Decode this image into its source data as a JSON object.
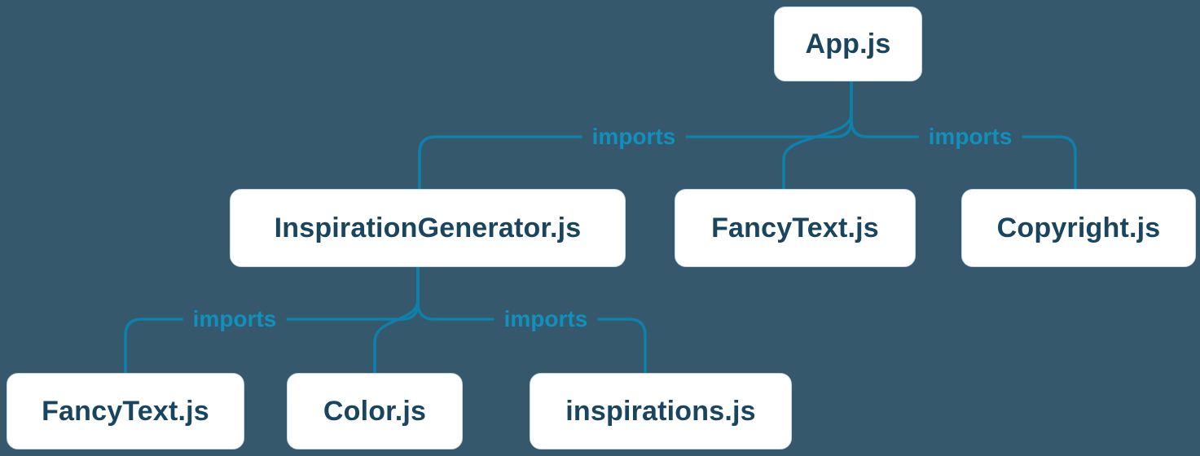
{
  "tree": {
    "root": {
      "label": "App.js"
    },
    "level1": [
      {
        "label": "InspirationGenerator.js"
      },
      {
        "label": "FancyText.js"
      },
      {
        "label": "Copyright.js"
      }
    ],
    "level2": [
      {
        "label": "FancyText.js"
      },
      {
        "label": "Color.js"
      },
      {
        "label": "inspirations.js"
      }
    ],
    "edges": [
      {
        "label": "imports"
      },
      {
        "label": "imports"
      },
      {
        "label": "imports"
      },
      {
        "label": "imports"
      }
    ]
  },
  "colors": {
    "background": "#35586C",
    "edge_line": "#0F80AA",
    "edge_label_text": "#1290BC",
    "node_background": "#FFFFFF",
    "node_text": "#19455E"
  }
}
